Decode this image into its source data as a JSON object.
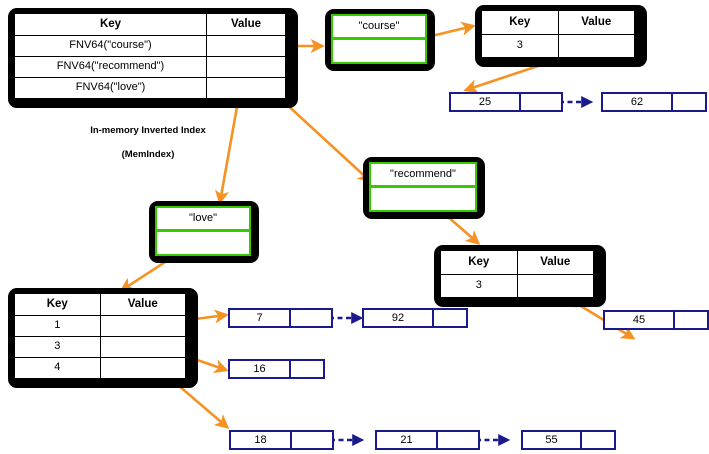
{
  "colors": {
    "arrow_orange": "#f59222",
    "node_green": "#33cc00",
    "list_blue": "#1a1a8c",
    "box_black": "#000000",
    "background": "#ffffff"
  },
  "diagram": {
    "title": "In-memory Inverted Index (MemIndex)",
    "type": "data-structure-diagram"
  },
  "memindex": {
    "caption_line1": "In-memory Inverted Index",
    "caption_line2": "(MemIndex)",
    "headers": {
      "key": "Key",
      "value": "Value"
    },
    "rows": [
      {
        "key": "FNV64(\"course\")",
        "value": ""
      },
      {
        "key": "FNV64(\"recommend\")",
        "value": ""
      },
      {
        "key": "FNV64(\"love\")",
        "value": ""
      }
    ]
  },
  "term_nodes": [
    {
      "id": "course-node",
      "label": "\"course\""
    },
    {
      "id": "recommend-node",
      "label": "\"recommend\""
    },
    {
      "id": "love-node",
      "label": "\"love\""
    }
  ],
  "doc_tables": [
    {
      "id": "course-doc-table",
      "headers": {
        "key": "Key",
        "value": "Value"
      },
      "rows": [
        {
          "key": "3",
          "value": ""
        }
      ]
    },
    {
      "id": "recommend-doc-table",
      "headers": {
        "key": "Key",
        "value": "Value"
      },
      "rows": [
        {
          "key": "3",
          "value": ""
        }
      ]
    },
    {
      "id": "love-doc-table",
      "headers": {
        "key": "Key",
        "value": "Value"
      },
      "rows": [
        {
          "key": "1",
          "value": ""
        },
        {
          "key": "3",
          "value": ""
        },
        {
          "key": "4",
          "value": ""
        }
      ]
    }
  ],
  "linked_lists": [
    {
      "id": "course-positions",
      "values": [
        "25",
        "62"
      ],
      "terminator": "null"
    },
    {
      "id": "love-doc1-positions",
      "values": [
        "7",
        "92"
      ],
      "terminator": "null"
    },
    {
      "id": "love-doc3-positions",
      "values": [
        "16"
      ],
      "terminator": "null"
    },
    {
      "id": "love-doc4-positions",
      "values": [
        "18",
        "21",
        "55"
      ],
      "terminator": "null"
    },
    {
      "id": "recommend-positions",
      "values": [
        "45"
      ],
      "terminator": "null"
    }
  ]
}
